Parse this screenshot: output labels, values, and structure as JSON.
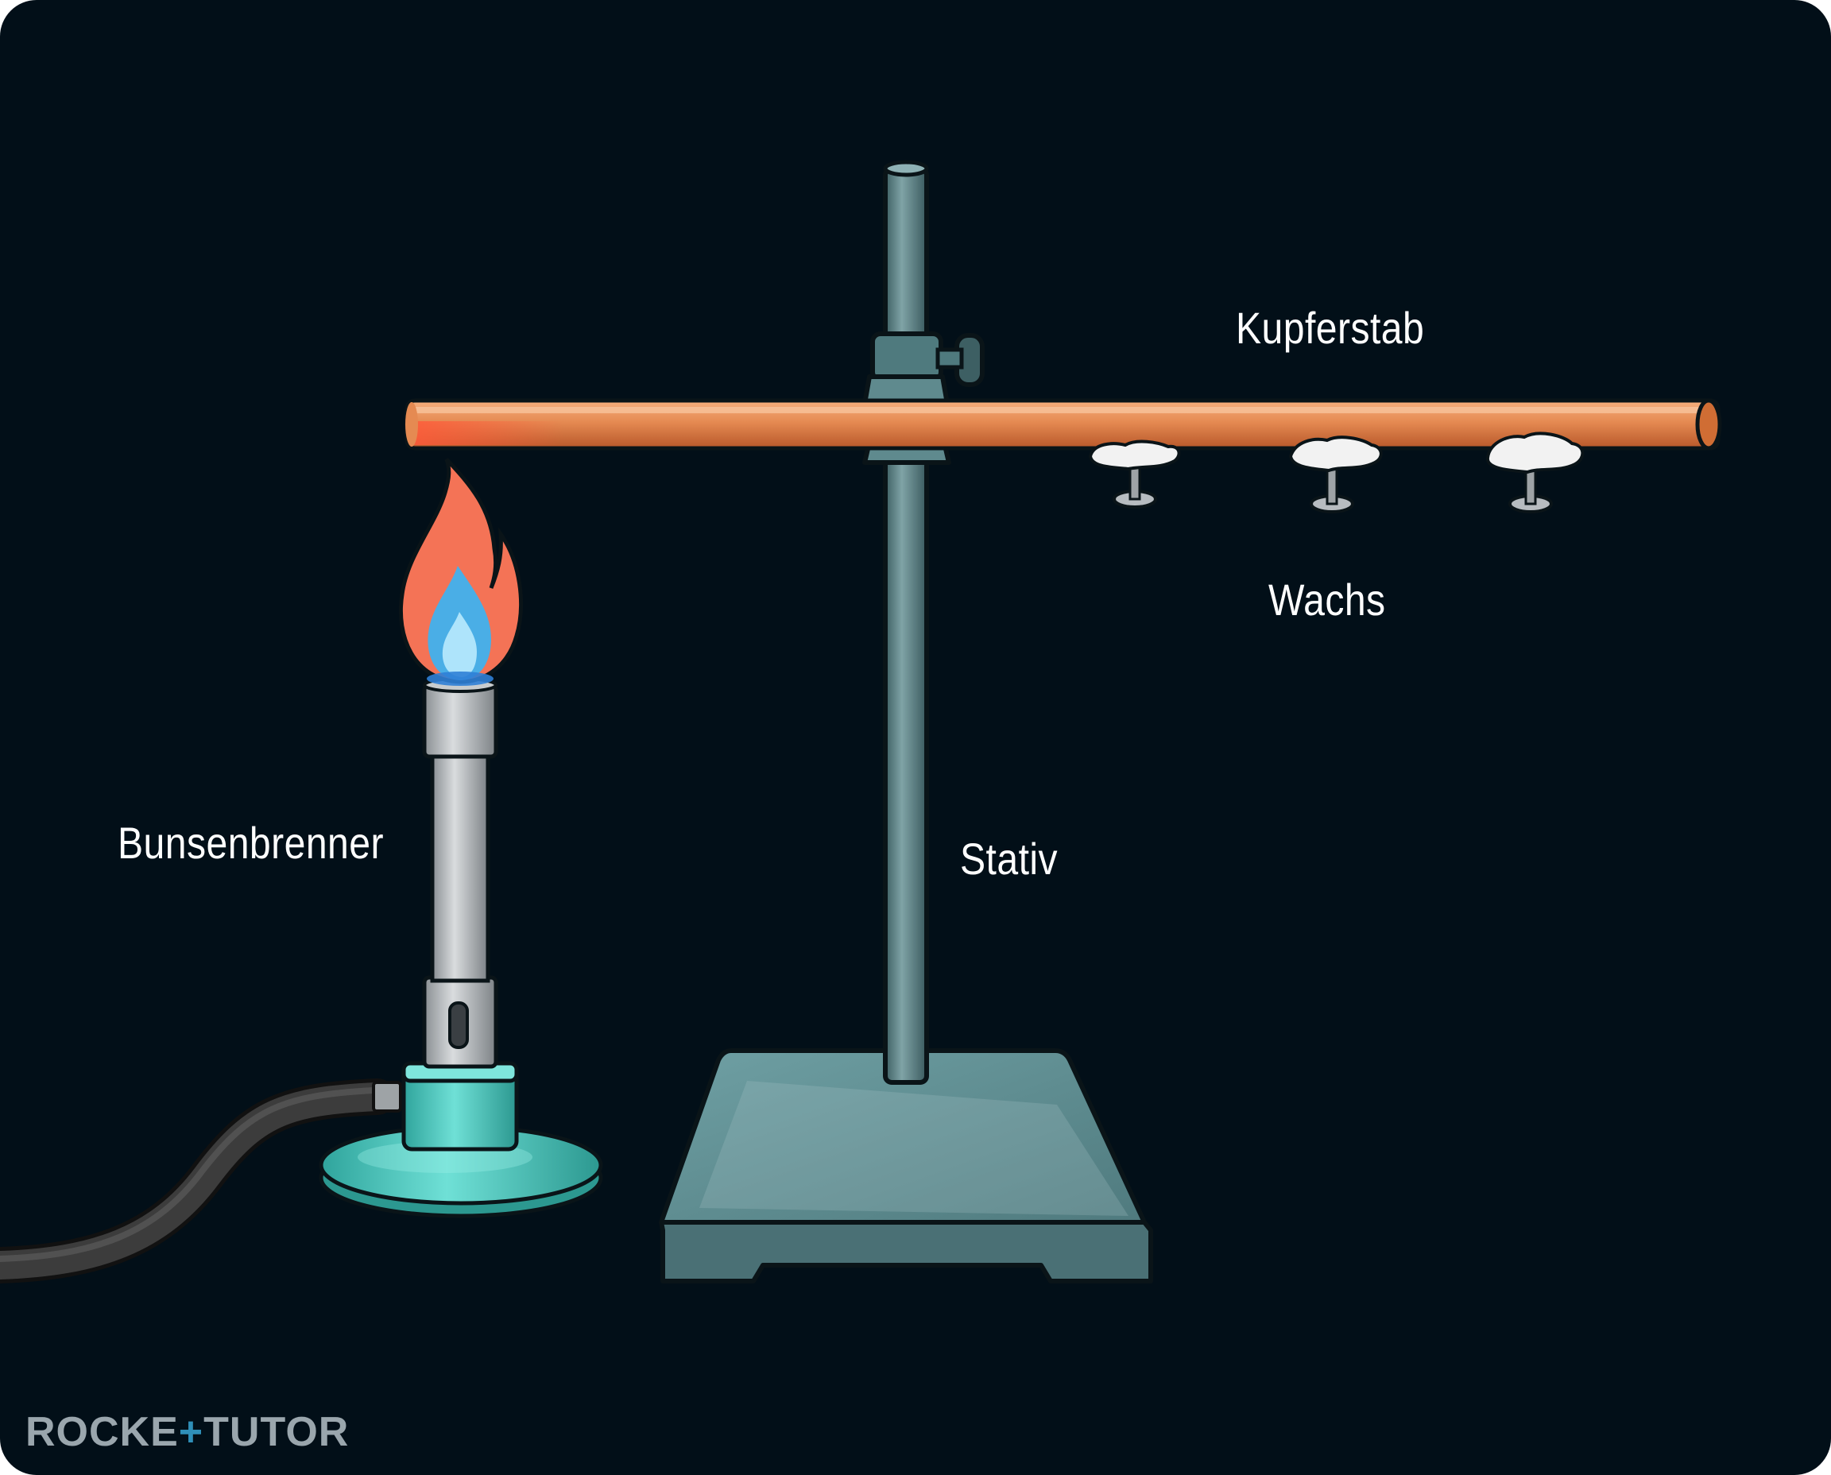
{
  "labels": {
    "copper_rod": "Kupferstab",
    "wax": "Wachs",
    "burner": "Bunsenbrenner",
    "stand": "Stativ"
  },
  "logo": {
    "part1": "ROCKE",
    "part2": "+",
    "part3": "TUTOR"
  },
  "colors": {
    "background": "#020f18",
    "copper": "#e0824a",
    "stand": "#4e7478",
    "burner_base": "#4fc9c0",
    "flame_outer": "#f47356",
    "flame_inner": "#5cc0f0",
    "wax": "#f2f2f2",
    "hose": "#3c3c3c"
  },
  "icons": [
    "flame-icon",
    "wax-drop-icon"
  ]
}
